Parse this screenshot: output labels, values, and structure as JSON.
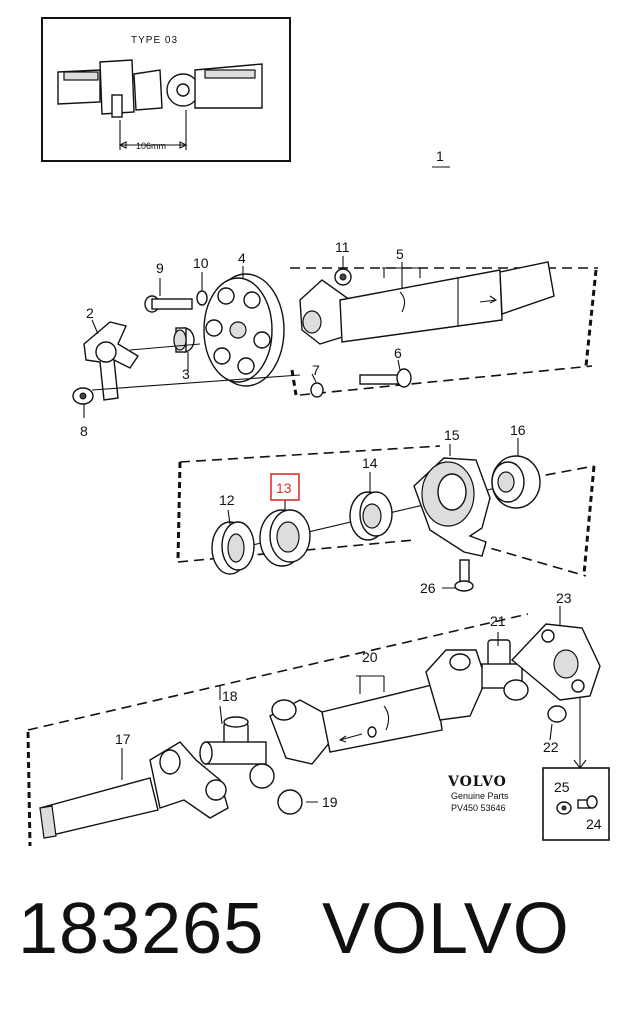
{
  "inset": {
    "type_label": "TYPE 03",
    "dimension_label": "106mm"
  },
  "group_label": "1",
  "callouts": {
    "c2": "2",
    "c3": "3",
    "c4": "4",
    "c5": "5",
    "c6": "6",
    "c7": "7",
    "c8": "8",
    "c9": "9",
    "c10": "10",
    "c11": "11",
    "c12": "12",
    "c13": "13",
    "c14": "14",
    "c15": "15",
    "c16": "16",
    "c17": "17",
    "c18": "18",
    "c19": "19",
    "c20": "20",
    "c21": "21",
    "c22": "22",
    "c23": "23",
    "c24": "24",
    "c25": "25",
    "c26": "26"
  },
  "highlight_color": "#e03030",
  "brand_block": {
    "logo": "VOLVO",
    "line1": "Genuine Parts",
    "line2": "PV450 53646"
  },
  "caption": {
    "part_number": "183265",
    "brand": "VOLVO"
  }
}
